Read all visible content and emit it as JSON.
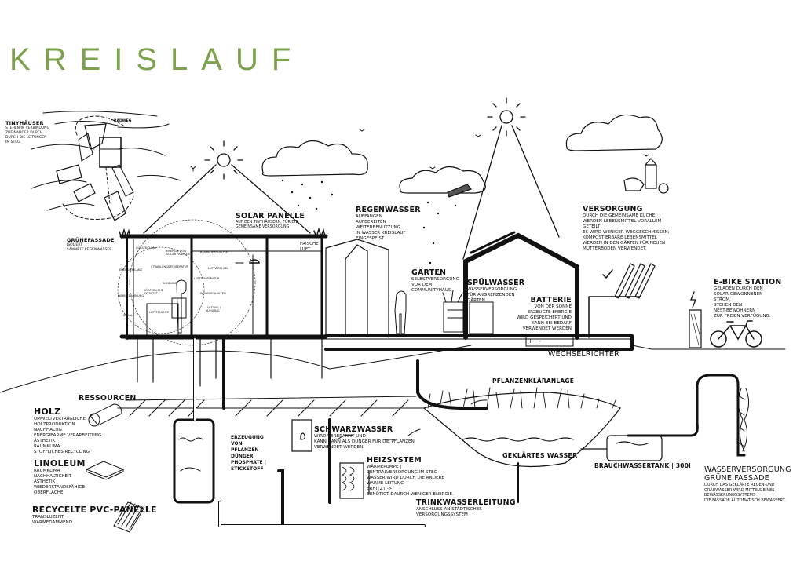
{
  "title": "KREISLAUF",
  "colors": {
    "title": "#7da24e",
    "ink": "#111111"
  },
  "tinyhaeuser": {
    "title": "TINYHÄUSER",
    "lines": [
      "STEHEN IN VERBINDUNG",
      "ZUEINANDER DURCH",
      "DURCH DIE LEITUNGEN",
      "IM STEG."
    ],
    "radweg": "RADWEG"
  },
  "gruenfassade": {
    "title": "GRÜNEFASSADE",
    "lines": [
      "ISOLIERT",
      "SAMMELT REGENWASSER"
    ]
  },
  "solar": {
    "title": "SOLAR PANELLE",
    "lines": [
      "AUF DEN TINYHÄUSERN, FÜR DIE",
      "GEMEINSAME VERSORGUNG"
    ]
  },
  "regenwasser": {
    "title": "REGENWASSER",
    "lines": [
      "AUFFANGEN",
      "AUFBEREITEN",
      "WEITERBENUTZUNG",
      "IN WASSER KREISLAUF",
      "EINGESPEIST"
    ]
  },
  "frische_luft": [
    "FRISCHE",
    "LUFT"
  ],
  "house_labels": [
    "AUSSENKLIMA",
    "ENERGIE VON SOLAR PANELEN",
    "RAUMLUFTQUALITÄT",
    "STRAHLUNGSTEMPERATUR",
    "LUFTWECHSEL",
    "LUFTTEMPERATUR",
    "KLEIDUNG",
    "KÖRPERLICHE AKTIVITÄT",
    "ENERGIEBILANZ",
    "WOHNVERHALTEN",
    "WÄRMEDÄMMUNG",
    "LÜFTUNG / KÜHLUNG",
    "LUFTFEUCHTE",
    "SCHALL"
  ],
  "gaerten": {
    "title": "GÄRTEN",
    "lines": [
      "SELBSTVERSORGUNG",
      "VOR DEM",
      "COMMUNITYHAUS"
    ]
  },
  "spuelwasser": {
    "title": "SPÜLWASSER",
    "lines": [
      "WASSERVERSORGUNG",
      "FÜR ANGRENZENDEN",
      "GÄRTEN"
    ]
  },
  "batterie": {
    "title": "BATTERIE",
    "lines": [
      "VON DER SONNE",
      "ERZEUGTE ENERGIE",
      "WIRD GESPEICHERT UND",
      "KANN BEI BEDARF",
      "VERWENDET WERDEN"
    ],
    "plus": "+",
    "minus": "-"
  },
  "wechselrichter": "WECHSELRICHTER",
  "versorgung": {
    "title": "VERSORGUNG",
    "lines": [
      "DURCH DIE GEMEINSAME KÜCHE",
      "WERDEN LEBENSMITTEL VORALLEM",
      "GETEILT!",
      "ES WIRD WENIGER WEGGESCHMISSEN;",
      "KOMPOSTIERBARE LEBENSMITTEL",
      "WERDEN IN DEN GÄRTEN FÜR NEUEN",
      "MUTTERBODEN VERWENDET."
    ]
  },
  "ebike": {
    "title": "E-BIKE STATION",
    "lines": [
      "GELADEN DURCH DEN",
      "SOLAR GEWONNENEN",
      "STROM.",
      "STEHEN DEN",
      "NEST-BEWOHNERN",
      "ZUR FREIEN VERFÜGUNG."
    ]
  },
  "ressourcen": {
    "title": "RESSOURCEN",
    "holz": {
      "title": "HOLZ",
      "lines": [
        "UMWELTVERTRÄGLICHE",
        "HOLZPRODUKTION",
        "NACHHALTIG",
        "ENERGIEARME VERARBEITUNG",
        "ÄSTHETIK",
        "RAUMKLIMA",
        "STOFFLICHES RECYCLING"
      ]
    },
    "linoleum": {
      "title": "LINOLEUM",
      "lines": [
        "RAUMKLIMA",
        "NACHHALTIGKEIT",
        "ÄSTHETIK",
        "WIEDERSTANDSFÄHIGE",
        "OBERFLÄCHE"
      ]
    },
    "pvc": {
      "title": "RECYCELTE PVC-PANELLE",
      "lines": [
        "TRANSLUZENT",
        "WÄRMEDÄMMEND"
      ]
    }
  },
  "erzeugung": {
    "lines": [
      "ERZEUGUNG",
      "VON",
      "PFLANZEN",
      "DÜNGER",
      "PHOSPHATE |",
      "STICKSTOFF"
    ]
  },
  "schwarzwasser": {
    "title": "SCHWARZWASSER",
    "lines": [
      "WIRD VERBRANNT UND",
      "KANN DANN ALS DÜNGER FÜR DIE PFLANZEN",
      "VERWENDET WERDEN."
    ]
  },
  "heizsystem": {
    "title": "HEIZSYSTEM",
    "lines": [
      "WÄRMEPUMPE |",
      "ZENTRALVERSORGUNG IM STEG",
      "WASSER WIRD DURCH DIE ANDERE",
      "WARME LEITUNG",
      "ERHITZT ->",
      "BENÖTIGT DAURCH WENIGER ENERGIE."
    ]
  },
  "trinkwasser": {
    "title": "TRINKWASSERLEITUNG",
    "lines": [
      "ANSCHLUSS AN STÄDTISCHES",
      "VERSORGUNGSSYSTEM"
    ]
  },
  "pflanzenklaer": "PFLANZENKLÄRANLAGE",
  "geklaertes": "GEKLÄRTES WASSER",
  "brauchwasser": "BRAUCHWASSERTANK | 300l",
  "wasserversorgung": {
    "title1": "WASSERVERSORGUNG",
    "title2": "GRÜNE FASSADE",
    "lines": [
      "DURCH DAS GEKLÄRTE REGEN-UND",
      "GRAUWASSER WIRD MITTELS EINES",
      "BEWÄSSERUNGSSYSTEMS",
      "DIE FASSADE AUTOMATISCH BEWÄSSERT."
    ]
  }
}
